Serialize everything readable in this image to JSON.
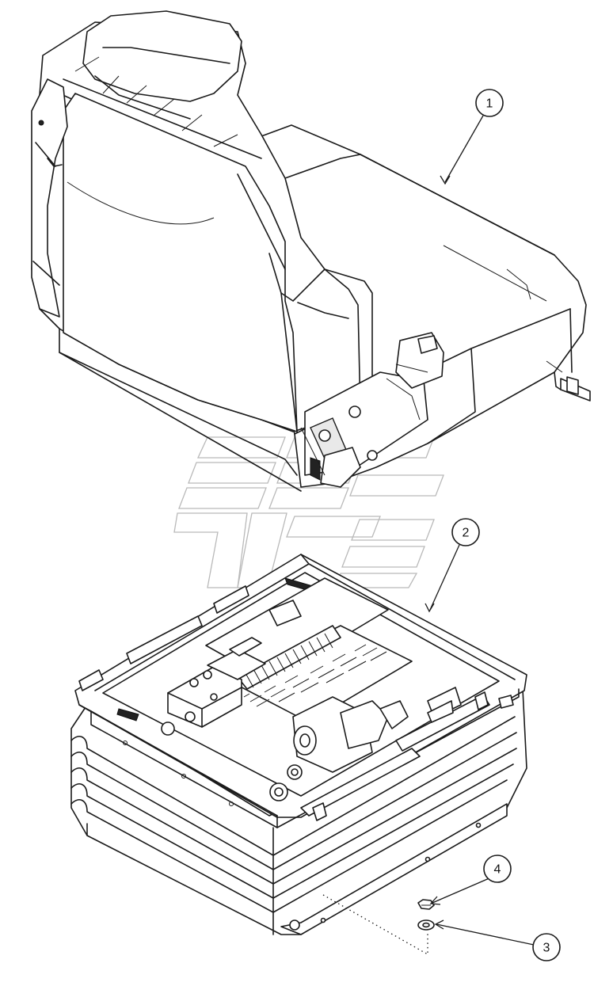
{
  "callouts": [
    {
      "id": "c1",
      "label": "1"
    },
    {
      "id": "c2",
      "label": "2"
    },
    {
      "id": "c3",
      "label": "3"
    },
    {
      "id": "c4",
      "label": "4"
    }
  ],
  "parts": {
    "seat": {
      "icon": "seat-cushion-backrest"
    },
    "suspension": {
      "icon": "seat-suspension-base"
    },
    "washer": {
      "icon": "washer-icon"
    },
    "nut": {
      "icon": "hex-nut-icon"
    }
  },
  "colors": {
    "line": "#1a1a1a",
    "watermark": "#b9b9b9",
    "background": "#ffffff"
  }
}
